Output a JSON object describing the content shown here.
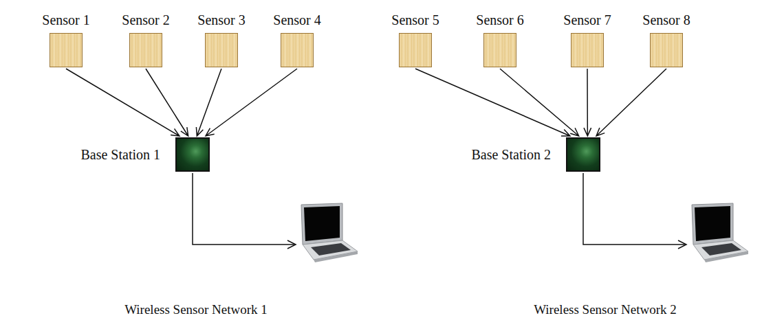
{
  "diagram": {
    "nodes": [
      {
        "text": [
          "Sensor 1"
        ]
      },
      {
        "text": [
          "Sensor 2"
        ]
      },
      {
        "text": [
          "Sensor 3"
        ]
      },
      {
        "text": [
          "Sensor 4"
        ]
      },
      {
        "text": [
          "Sensor 5"
        ]
      },
      {
        "text": [
          "Sensor 6"
        ]
      },
      {
        "text": [
          "Sensor 7"
        ]
      },
      {
        "text": [
          "Sensor 8"
        ]
      },
      {
        "text": [
          "Base Station 1"
        ]
      },
      {
        "text": [
          "Base Station 2"
        ]
      }
    ],
    "edges": [
      {
        "from": 0,
        "to": 8,
        "arrow": "to"
      },
      {
        "from": 1,
        "to": 8,
        "arrow": "to"
      },
      {
        "from": 2,
        "to": 8,
        "arrow": "to"
      },
      {
        "from": 3,
        "to": 8,
        "arrow": "to"
      },
      {
        "from": 4,
        "to": 9,
        "arrow": "to"
      },
      {
        "from": 5,
        "to": 9,
        "arrow": "to"
      },
      {
        "from": 6,
        "to": 9,
        "arrow": "to"
      },
      {
        "from": 7,
        "to": 9,
        "arrow": "to"
      }
    ],
    "labels": [
      "Wireless Sensor Network 1",
      "Wireless Sensor Network 2"
    ]
  }
}
